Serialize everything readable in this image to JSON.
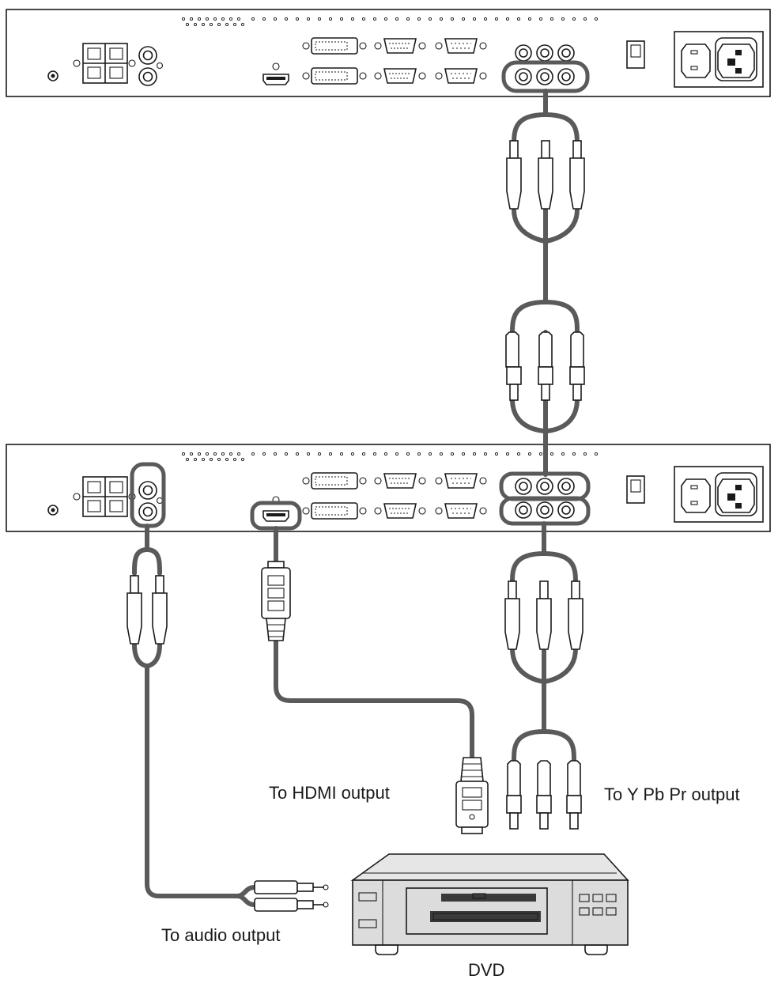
{
  "labels": {
    "hdmi_output": "To HDMI output",
    "ypbpr_output": "To Y Pb Pr output",
    "audio_output": "To audio output",
    "dvd": "DVD"
  },
  "colors": {
    "cable": "#5a5a5a",
    "line": "#1a1a1a",
    "player_body": "#e6e6e6"
  }
}
